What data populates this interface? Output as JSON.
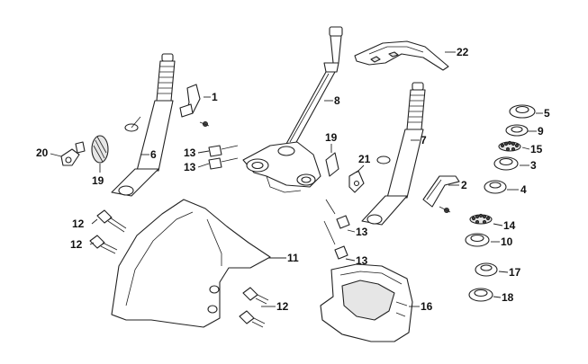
{
  "callouts": [
    {
      "id": "c1",
      "label": "1"
    },
    {
      "id": "c2",
      "label": "2"
    },
    {
      "id": "c3",
      "label": "3"
    },
    {
      "id": "c4",
      "label": "4"
    },
    {
      "id": "c5",
      "label": "5"
    },
    {
      "id": "c6",
      "label": "6"
    },
    {
      "id": "c7",
      "label": "7"
    },
    {
      "id": "c8",
      "label": "8"
    },
    {
      "id": "c9",
      "label": "9"
    },
    {
      "id": "c10",
      "label": "10"
    },
    {
      "id": "c11",
      "label": "11"
    },
    {
      "id": "c12a",
      "label": "12"
    },
    {
      "id": "c12b",
      "label": "12"
    },
    {
      "id": "c12c",
      "label": "12"
    },
    {
      "id": "c13a",
      "label": "13"
    },
    {
      "id": "c13b",
      "label": "13"
    },
    {
      "id": "c13c",
      "label": "13"
    },
    {
      "id": "c13d",
      "label": "13"
    },
    {
      "id": "c14",
      "label": "14"
    },
    {
      "id": "c15",
      "label": "15"
    },
    {
      "id": "c16",
      "label": "16"
    },
    {
      "id": "c17",
      "label": "17"
    },
    {
      "id": "c18",
      "label": "18"
    },
    {
      "id": "c19a",
      "label": "19"
    },
    {
      "id": "c19b",
      "label": "19"
    },
    {
      "id": "c20",
      "label": "20"
    },
    {
      "id": "c21",
      "label": "21"
    },
    {
      "id": "c22",
      "label": "22"
    }
  ]
}
